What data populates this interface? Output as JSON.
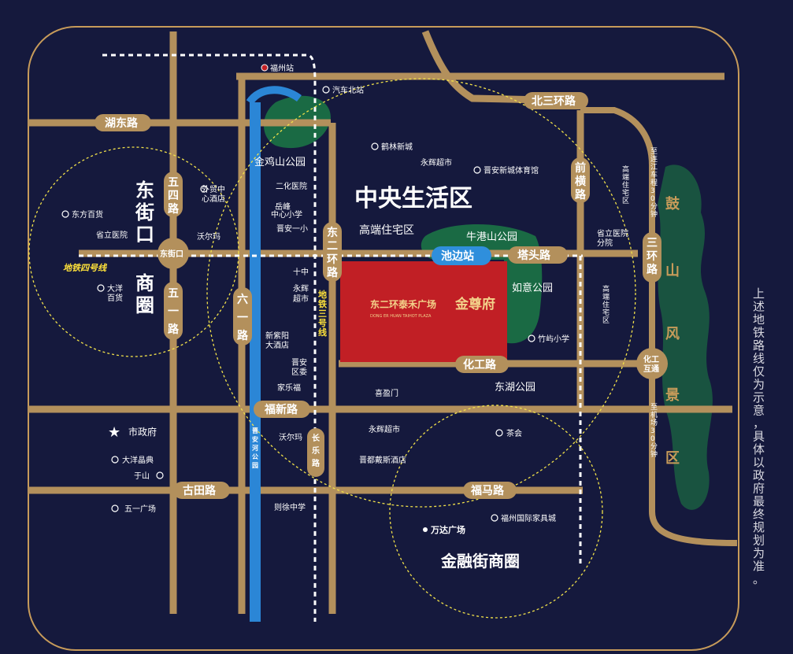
{
  "colors": {
    "background": "#15193d",
    "road": "#b3905c",
    "river": "#2b86d6",
    "green": "#1a6a44",
    "project": "#c11f25",
    "metro_line": "#ffffff",
    "metro_station": "#2f8fdc",
    "circle": "#f2e24a",
    "scenic_text": "#c79b5a"
  },
  "districts": {
    "central": "中央生活区",
    "dongjiekou_1": "东",
    "dongjiekou_2": "街",
    "dongjiekou_3": "口",
    "dongjiekou_4": "商",
    "dongjiekou_5": "圈",
    "finance": "金融街商圈",
    "high_end": "高端住宅区"
  },
  "roads": {
    "hudong": "湖东路",
    "beisanhuan": "北三环路",
    "wusi_1": "五",
    "wusi_2": "四",
    "wusi_3": "路",
    "wuyi_1": "五",
    "wuyi_2": "一",
    "wuyi_3": "路",
    "liuyi_1": "六",
    "liuyi_2": "一",
    "liuyi_3": "路",
    "dongerhuan_1": "东",
    "dongerhuan_2": "二",
    "dongerhuan_3": "环",
    "dongerhuan_4": "路",
    "qianheng_1": "前",
    "qianheng_2": "横",
    "qianheng_3": "路",
    "sanhuan_1": "三",
    "sanhuan_2": "环",
    "sanhuan_3": "路",
    "tatou": "塔头路",
    "huagong": "化工路",
    "fuxin": "福新路",
    "gutian": "古田路",
    "fuma": "福马路",
    "changle_1": "长",
    "changle_2": "乐",
    "changle_3": "路",
    "dongjiekou_node": "东街口",
    "huagong_node_1": "化工",
    "huagong_node_2": "互通"
  },
  "metro": {
    "line4": "地铁四号线",
    "line3_1": "地",
    "line3_2": "铁",
    "line3_3": "三",
    "line3_4": "号",
    "line3_5": "线",
    "chibian": "池边站",
    "fuzhou": "福州站"
  },
  "parks": {
    "jinjishan": "金鸡山公园",
    "niugangshan": "牛港山公园",
    "ruyi": "如意公园",
    "donghu": "东湖公园",
    "jinhe_1": "晋",
    "jinhe_2": "安",
    "jinhe_3": "河",
    "jinhe_4": "公",
    "jinhe_5": "园"
  },
  "places": {
    "qichebeizhan": "汽车北站",
    "helin": "鹤林新城",
    "yonghui_1": "永辉超市",
    "jinan_sports": "晋安新城体育馆",
    "erhua": "二化医院",
    "yuefeng_1": "岳峰",
    "yuefeng_2": "中心小学",
    "jinan1": "晋安一小",
    "shizhong": "十中",
    "yonghui2_1": "永辉",
    "yonghui2_2": "超市",
    "xinziyang_1": "新紫阳",
    "xinziyang_2": "大酒店",
    "jinanqu_1": "晋安",
    "jinanqu_2": "区委",
    "jialefu": "家乐福",
    "waimao_1": "外贸中",
    "waimao_2": "心酒店",
    "dongfang": "东方百货",
    "shengli": "省立医院",
    "woerma_1": "沃尔玛",
    "dayang_1": "大洋",
    "dayang_2": "百货",
    "shengli_fen_1": "省立医院",
    "shengli_fen_2": "分院",
    "zhuyu": "竹屿小学",
    "ximenying": "喜盈门",
    "yonghui3": "永辉超市",
    "woerma_2": "沃尔玛",
    "jindu": "晋都戴斯酒店",
    "chahui": "茶会",
    "shizhengfu": "市政府",
    "dayang_jd": "大洋晶典",
    "yushan": "于山",
    "wuyi_sq": "五一广场",
    "zexu": "则徐中学",
    "wanda": "万达广场",
    "jiaju": "福州国际家具城"
  },
  "residential": {
    "gaoduan_left_1": "高",
    "gaoduan_left_2": "端",
    "gaoduan_left_3": "住",
    "gaoduan_left_4": "宅",
    "gaoduan_left_5": "区",
    "gaoduan_right_1": "高",
    "gaoduan_right_2": "端",
    "gaoduan_right_3": "住",
    "gaoduan_right_4": "宅",
    "gaoduan_right_5": "区"
  },
  "transit_hints": {
    "lianjiang": [
      "至",
      "连",
      "江",
      "车",
      "程",
      "3",
      "0",
      "分",
      "钟"
    ],
    "airport": [
      "至",
      "机",
      "场",
      "3",
      "0",
      "分",
      "钟"
    ]
  },
  "scenic": {
    "c1": "鼓",
    "c2": "山",
    "c3": "风",
    "c4": "景",
    "c5": "区"
  },
  "project": {
    "name_cn": "东二环泰禾广场",
    "name_en": "DONG ER HUAN TAIHOT PLAZA",
    "brand": "金尊府"
  },
  "disclaimer": [
    "上",
    "述",
    "地",
    "铁",
    "路",
    "线",
    "仅",
    "为",
    "示",
    "意",
    "，",
    "具",
    "体",
    "以",
    "政",
    "府",
    "最",
    "终",
    "规",
    "划",
    "为",
    "准",
    "。"
  ]
}
